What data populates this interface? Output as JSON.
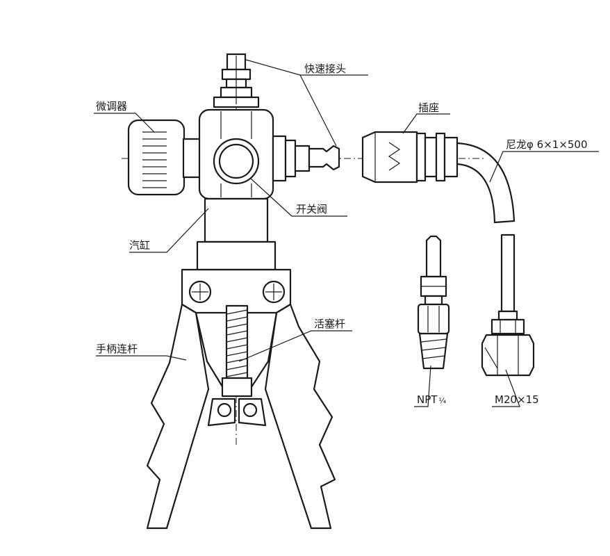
{
  "labels": {
    "quick_connector": "快速接头",
    "fine_adjuster": "微调器",
    "socket": "插座",
    "nylon_tube": "尼龙φ 6×1×500",
    "on_off_valve": "开关阀",
    "cylinder": "汽缸",
    "piston_rod": "活塞杆",
    "handle_link": "手柄连杆",
    "npt_fitting": "NPT",
    "npt_fraction": "¼",
    "m20_fitting": "M20×15"
  }
}
